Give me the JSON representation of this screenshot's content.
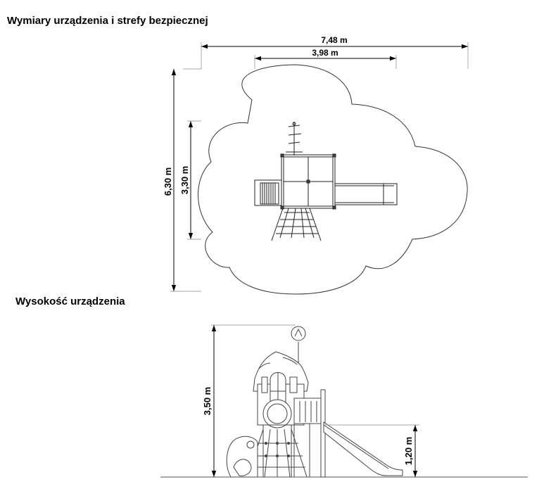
{
  "headings": {
    "dimensions": "Wymiary urządzenia i strefy bezpiecznej",
    "height": "Wysokość urządzenia"
  },
  "dimensions": {
    "total_width": "7,48 m",
    "device_width": "3,98 m",
    "total_depth": "6,30 m",
    "device_depth": "3,30 m",
    "total_height": "3,50 m",
    "platform_height": "1,20 m"
  }
}
